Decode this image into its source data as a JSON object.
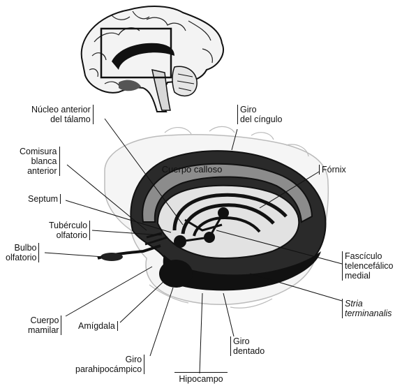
{
  "labels": {
    "nucleo_anterior": [
      "Núcleo anterior",
      "del tálamo"
    ],
    "giro_cingulo": [
      "Giro",
      "del cíngulo"
    ],
    "comisura": [
      "Comisura",
      "blanca",
      "anterior"
    ],
    "cuerpo_calloso": "Cuerpo calloso",
    "fornix": "Fórnix",
    "septum": "Septum",
    "tuberculo": [
      "Tubérculo",
      "olfatorio"
    ],
    "bulbo": [
      "Bulbo",
      "olfatorio"
    ],
    "fasciculo": [
      "Fascículo",
      "telencefálico",
      "medial"
    ],
    "stria": [
      "Stria",
      "terminanalis"
    ],
    "cuerpo_mamilar": [
      "Cuerpo",
      "mamilar"
    ],
    "amigdala": "Amígdala",
    "giro_dentado": [
      "Giro",
      "dentado"
    ],
    "giro_parahipocampico": [
      "Giro",
      "parahipocámpico"
    ],
    "hipocampo": "Hipocampo"
  }
}
